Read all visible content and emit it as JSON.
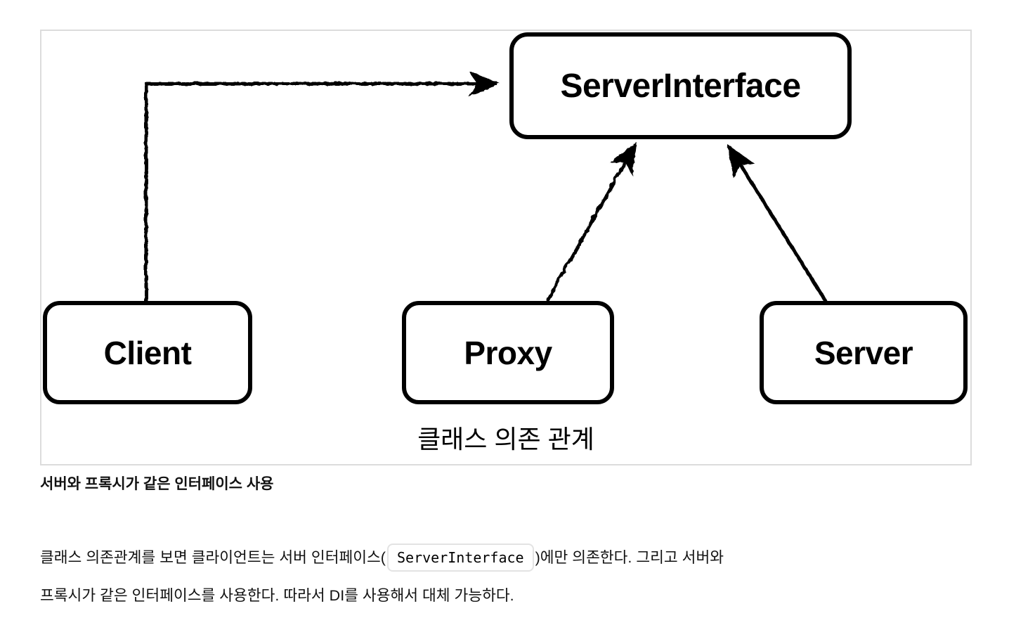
{
  "diagram": {
    "panel_border_color": "#dcdcdc",
    "stroke_color": "#000000",
    "nodes": {
      "server_interface": {
        "label": "ServerInterface"
      },
      "client": {
        "label": "Client"
      },
      "proxy": {
        "label": "Proxy"
      },
      "server": {
        "label": "Server"
      }
    },
    "edges": [
      {
        "from": "client",
        "to": "server_interface",
        "style": "elbow-arrow"
      },
      {
        "from": "proxy",
        "to": "server_interface",
        "style": "diagonal-arrow"
      },
      {
        "from": "server",
        "to": "server_interface",
        "style": "diagonal-arrow"
      }
    ],
    "caption": "클래스 의존 관계"
  },
  "figure_caption": "서버와 프록시가 같은 인터페이스 사용",
  "paragraph": {
    "line1_before_code": "클래스 의존관계를 보면 클라이언트는 서버 인터페이스(",
    "code": "ServerInterface",
    "line1_after_code": ")에만 의존한다. 그리고 서버와",
    "line2": "프록시가 같은 인터페이스를 사용한다. 따라서 DI를 사용해서 대체 가능하다."
  }
}
